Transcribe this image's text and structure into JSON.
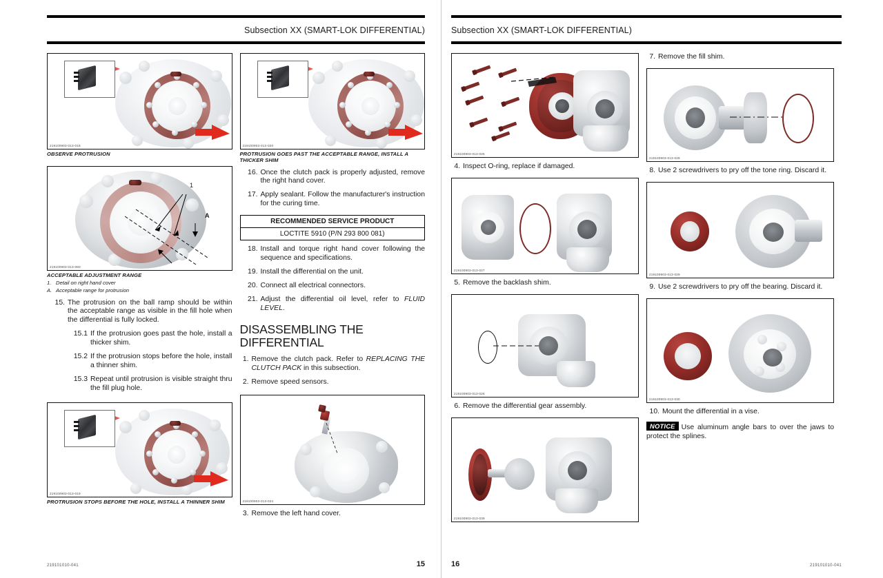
{
  "left_page": {
    "header": "Subsection XX (SMART-LOK DIFFERENTIAL)",
    "footer_code": "219101010-041",
    "page_number": "15",
    "col1": {
      "fig1_id": "219100903-013-018",
      "fig1_caption": "OBSERVE PROTRUSION",
      "fig2_id": "219100903-013-060",
      "fig2_caption": "ACCEPTABLE ADJUSTMENT RANGE",
      "fig2_legend": [
        {
          "key": "1.",
          "text": "Detail on right hand cover"
        },
        {
          "key": "A.",
          "text": "Acceptable range for protrusion"
        }
      ],
      "fig2_callout_1": "1",
      "fig2_callout_a": "A",
      "step15_num": "15.",
      "step15_text": "The protrusion on the ball ramp should be within the acceptable range as visible in the fill hole when the differential is fully locked.",
      "substeps": [
        {
          "num": "15.1",
          "text": "If the protrusion goes past the hole, install a thicker shim."
        },
        {
          "num": "15.2",
          "text": "If the protrusion stops before the hole, install a thinner shim."
        },
        {
          "num": "15.3",
          "text": "Repeat until protrusion is visible straight thru the fill plug hole."
        }
      ],
      "fig3_id": "219100903-013-019",
      "fig3_caption": "PROTRUSION STOPS BEFORE THE HOLE, INSTALL A THINNER SHIM"
    },
    "col2": {
      "fig1_id": "219100903-013-020",
      "fig1_caption": "PROTRUSION GOES PAST THE ACCEPTABLE RANGE, INSTALL A THICKER SHIM",
      "steps": [
        {
          "num": "16.",
          "text": "Once the clutch pack is properly adjusted, remove the right hand cover."
        },
        {
          "num": "17.",
          "text": "Apply sealant. Follow the manufacturer's instruction for the curing time."
        }
      ],
      "table_header": "RECOMMENDED SERVICE PRODUCT",
      "table_value": "LOCTITE 5910 (P/N 293 800 081)",
      "steps2": [
        {
          "num": "18.",
          "text": "Install and torque right hand cover following the sequence and specifications."
        },
        {
          "num": "19.",
          "text": "Install the differential on the unit."
        },
        {
          "num": "20.",
          "text": "Connect all electrical connectors."
        }
      ],
      "step21_num": "21.",
      "step21_pre": "Adjust the differential oil level, refer to ",
      "step21_italic": "FLUID LEVEL",
      "step21_post": ".",
      "section_title": "DISASSEMBLING THE DIFFERENTIAL",
      "d_step1_num": "1.",
      "d_step1_pre": "Remove the clutch pack. Refer to ",
      "d_step1_italic": "REPLACING THE CLUTCH PACK",
      "d_step1_post": " in this subsection.",
      "d_step2_num": "2.",
      "d_step2_text": "Remove speed sensors.",
      "fig2_id": "219100903-013-024",
      "d_step3_num": "3.",
      "d_step3_text": "Remove the left hand cover."
    }
  },
  "right_page": {
    "header": "Subsection XX (SMART-LOK DIFFERENTIAL)",
    "footer_code": "219101010-041",
    "page_number": "16",
    "col3": {
      "fig1_id": "219100903-013-025",
      "step4_num": "4.",
      "step4_text": "Inspect O-ring, replace if damaged.",
      "fig2_id": "219100903-013-027",
      "step5_num": "5.",
      "step5_text": "Remove the backlash shim.",
      "fig3_id": "219100903-013-026",
      "step6_num": "6.",
      "step6_text": "Remove the differential gear assembly.",
      "fig4_id": "219100903-013-039"
    },
    "col4": {
      "step7_num": "7.",
      "step7_text": "Remove the fill shim.",
      "fig1_id": "219100903-013-028",
      "step8_num": "8.",
      "step8_text": "Use 2 screwdrivers to pry off the tone ring. Discard it.",
      "fig2_id": "219100903-013-029",
      "step9_num": "9.",
      "step9_text": "Use 2 screwdrivers to pry off the bearing. Discard it.",
      "fig3_id": "219100903-013-030",
      "step10_num": "10.",
      "step10_text": "Mount the differential in a vise.",
      "notice_tag": "NOTICE",
      "notice_text": "Use aluminum angle bars to over the jaws to protect the splines."
    }
  }
}
